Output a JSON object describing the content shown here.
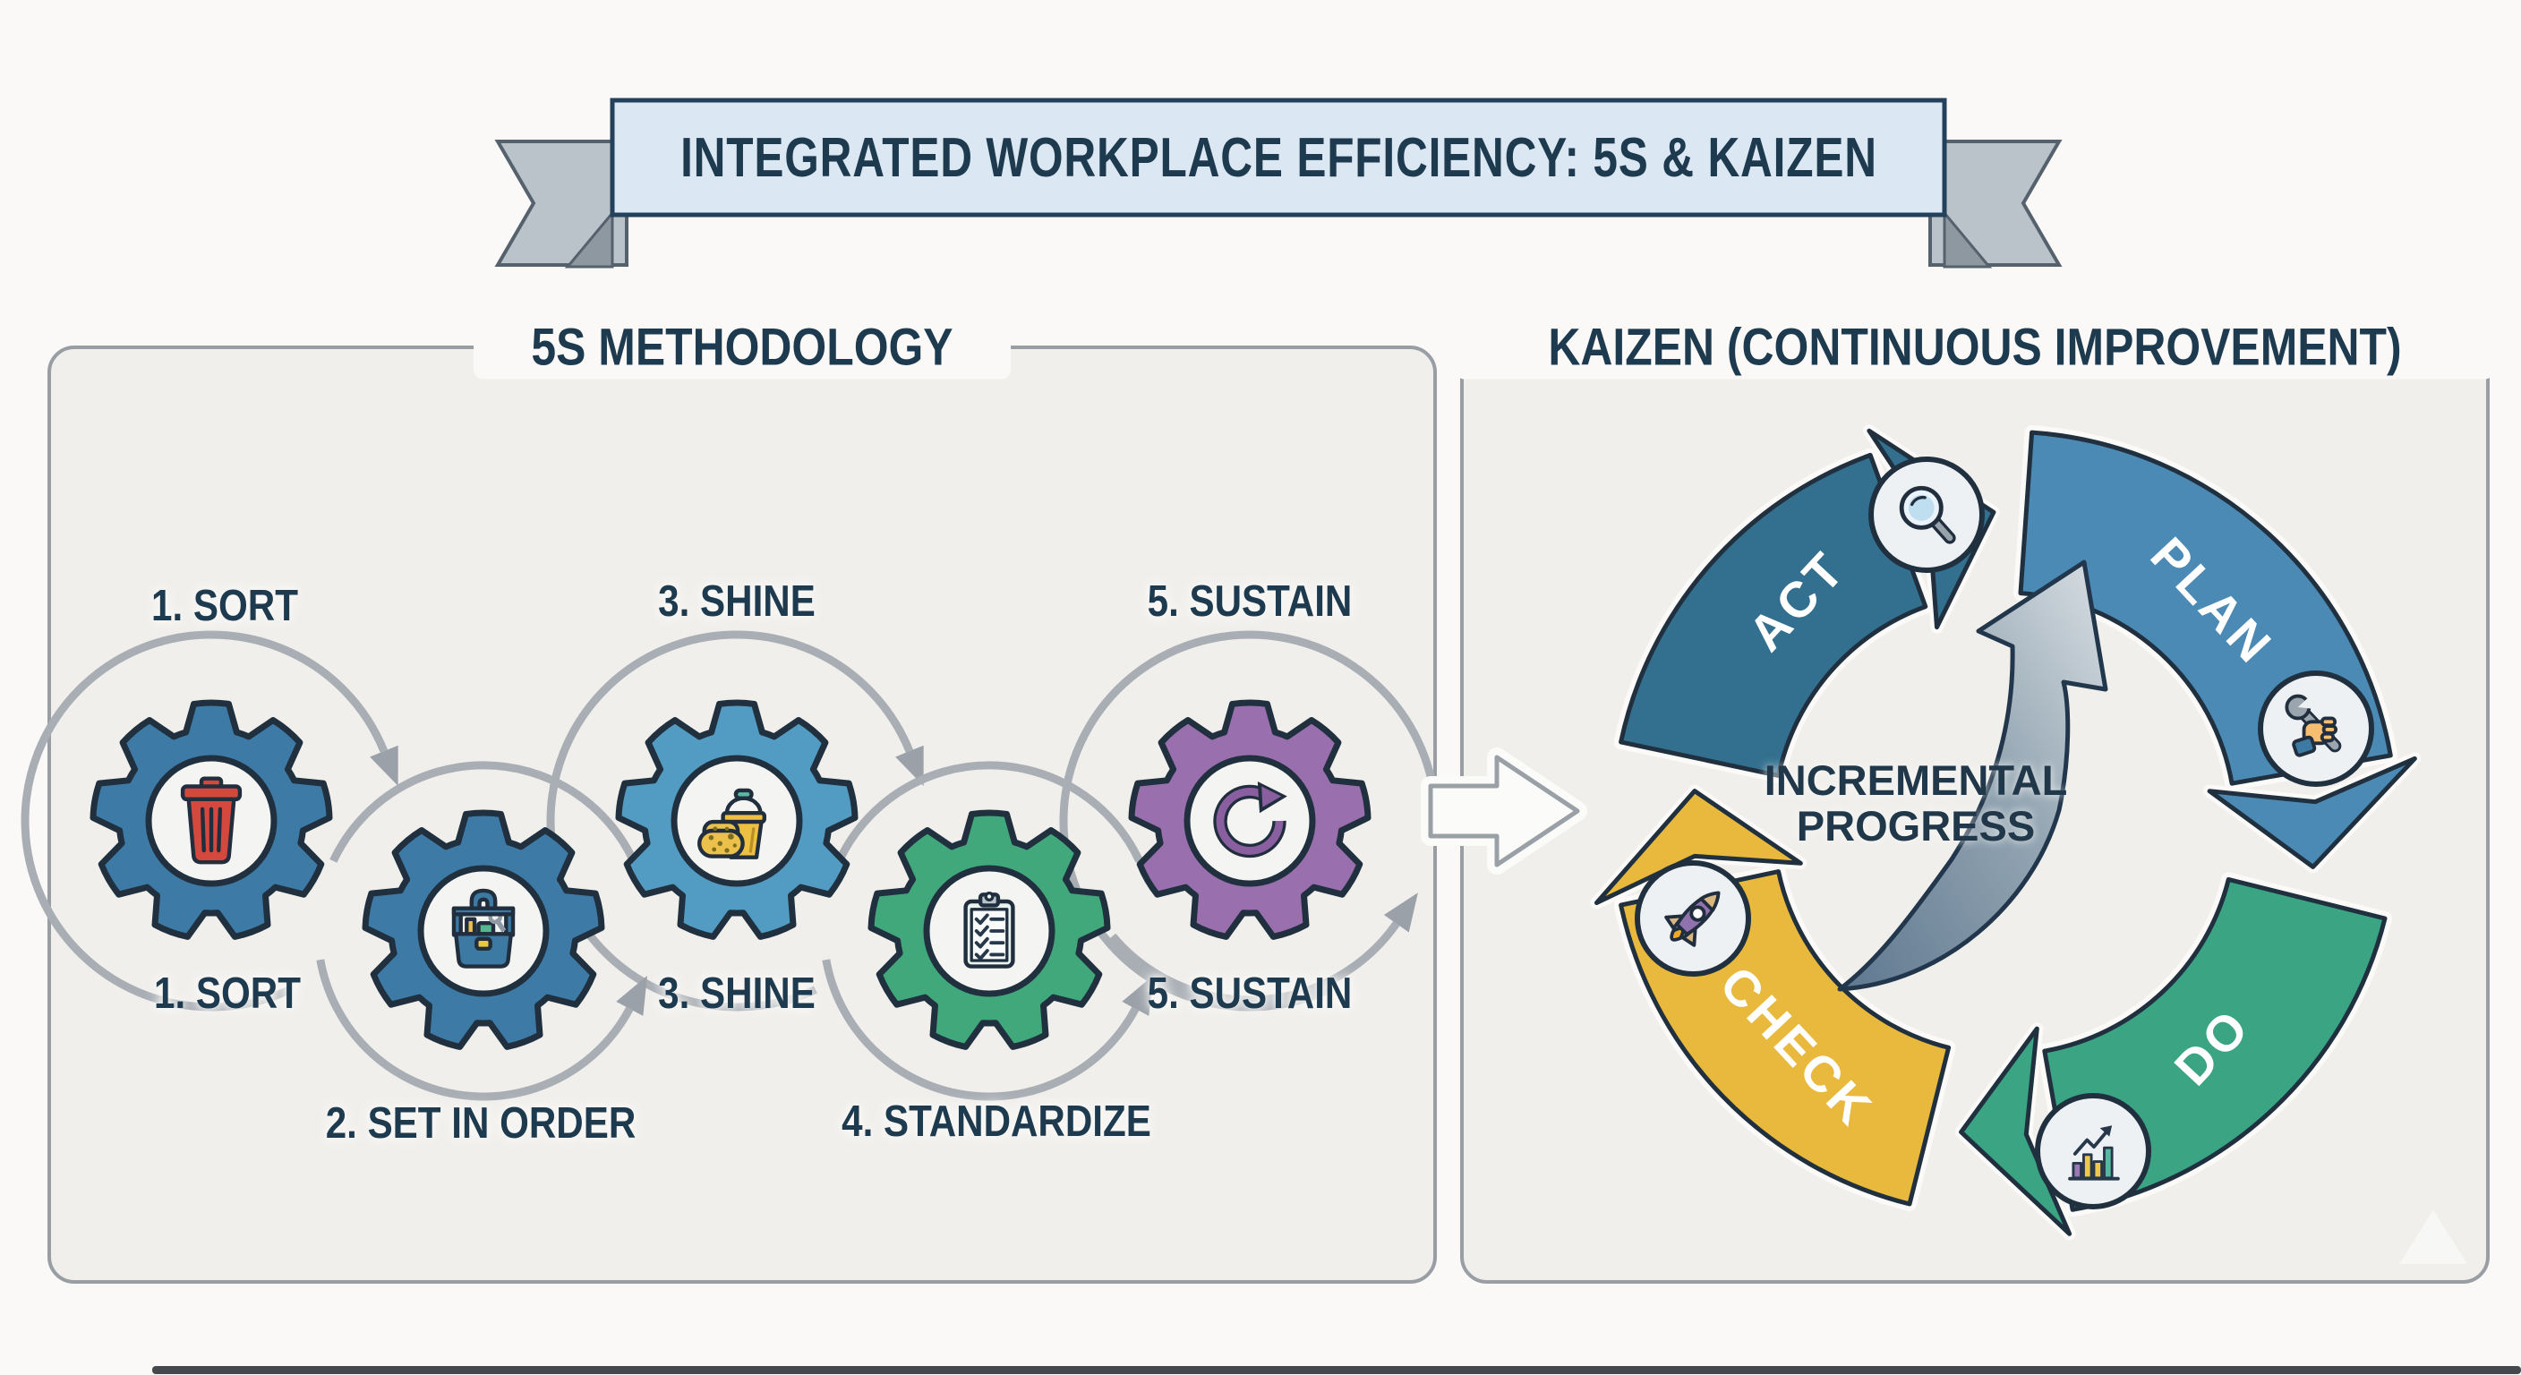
{
  "banner": {
    "title": "INTEGRATED WORKPLACE EFFICIENCY: 5S & KAIZEN"
  },
  "five_s": {
    "title": "5S METHODOLOGY",
    "steps": [
      {
        "label": "1. SORT",
        "icon": "trash-icon",
        "gear_color": "#3d7aa5"
      },
      {
        "label": "2. SET IN ORDER",
        "icon": "toolbox-icon",
        "gear_color": "#3d7aa5"
      },
      {
        "label": "3. SHINE",
        "icon": "bucket-sponge-icon",
        "gear_color": "#529bc2"
      },
      {
        "label": "4. STANDARDIZE",
        "icon": "clipboard-checklist-icon",
        "gear_color": "#41a87c"
      },
      {
        "label": "5. SUSTAIN",
        "icon": "cycle-arrow-icon",
        "gear_color": "#9a6fae"
      }
    ]
  },
  "kaizen": {
    "title": "KAIZEN (CONTINUOUS IMPROVEMENT)",
    "center_label": {
      "line1": "INCREMENTAL",
      "line2": "PROGRESS"
    },
    "segments": [
      {
        "label": "PLAN",
        "color": "#4a8ab5",
        "icon": "wrench-hand-icon"
      },
      {
        "label": "DO",
        "color": "#3aa483",
        "icon": "growth-chart-icon"
      },
      {
        "label": "CHECK",
        "color": "#e9b93d",
        "icon": "rocket-icon"
      },
      {
        "label": "ACT",
        "color": "#33708f",
        "icon": "magnifier-icon"
      }
    ]
  },
  "colors": {
    "text_navy": "#1d3a4e",
    "flow_arc_gray": "#a8aeb4",
    "panel_border": "#989ea4",
    "banner_fill": "#dbe7f2",
    "banner_border": "#23415a",
    "background": "#faf9f7"
  }
}
